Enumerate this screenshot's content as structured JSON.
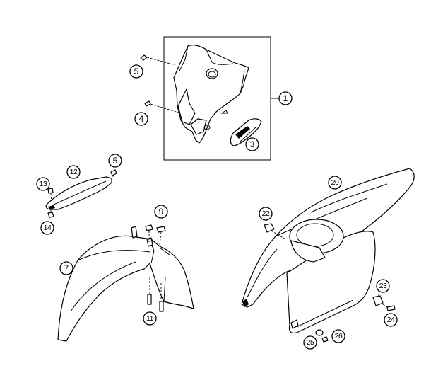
{
  "callouts": [
    {
      "key": "c1",
      "label": "1"
    },
    {
      "key": "c3",
      "label": "3"
    },
    {
      "key": "c4",
      "label": "4"
    },
    {
      "key": "c5a",
      "label": "5"
    },
    {
      "key": "c5b",
      "label": "5"
    },
    {
      "key": "c7",
      "label": "7"
    },
    {
      "key": "c9",
      "label": "9"
    },
    {
      "key": "c11",
      "label": "11"
    },
    {
      "key": "c12",
      "label": "12"
    },
    {
      "key": "c13",
      "label": "13"
    },
    {
      "key": "c14",
      "label": "14"
    },
    {
      "key": "c20",
      "label": "20"
    },
    {
      "key": "c22",
      "label": "22"
    },
    {
      "key": "c23",
      "label": "23"
    },
    {
      "key": "c24",
      "label": "24"
    },
    {
      "key": "c25",
      "label": "25"
    },
    {
      "key": "c26",
      "label": "26"
    }
  ],
  "colors": {
    "line": "#000000",
    "background": "#ffffff"
  }
}
